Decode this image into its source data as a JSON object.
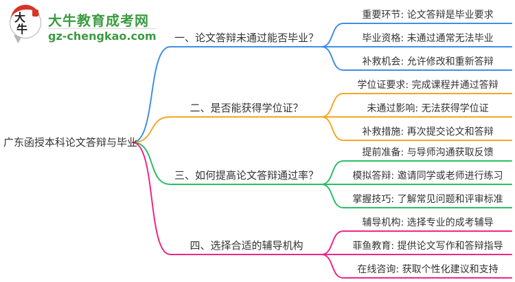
{
  "logo": {
    "bubble_text": "大牛",
    "site_name": "大牛教育成考网",
    "site_domain": "gz-chengkao.com",
    "brand_green": "#3a9b40",
    "seal_red": "#d7342a"
  },
  "mindmap": {
    "root": "广东函授本科论文答辩与毕业",
    "text_color": "#333333",
    "branches": [
      {
        "label": "一、论文答辩未通过能否毕业？",
        "color": "#3e8ee6",
        "children": [
          "重要环节: 论文答辩是毕业要求",
          "毕业资格: 未通过通常无法毕业",
          "补救机会: 允许修改和重新答辩"
        ]
      },
      {
        "label": "二、是否能获得学位证？",
        "color": "#f5a623",
        "children": [
          "学位证要求: 完成课程并通过答辩",
          "未通过影响: 无法获得学位证",
          "补救措施: 再次提交论文和答辩"
        ]
      },
      {
        "label": "三、如何提高论文答辩通过率？",
        "color": "#2abd64",
        "children": [
          "提前准备: 与导师沟通获取反馈",
          "模拟答辩: 邀请同学或老师进行练习",
          "掌握技巧: 了解常见问题和评审标准"
        ]
      },
      {
        "label": "四、选择合适的辅导机构",
        "color": "#ee2585",
        "children": [
          "辅导机构: 选择专业的成考辅导",
          "菲鱼教育: 提供论文写作和答辩指导",
          "在线咨询: 获取个性化建议和支持"
        ]
      }
    ]
  }
}
